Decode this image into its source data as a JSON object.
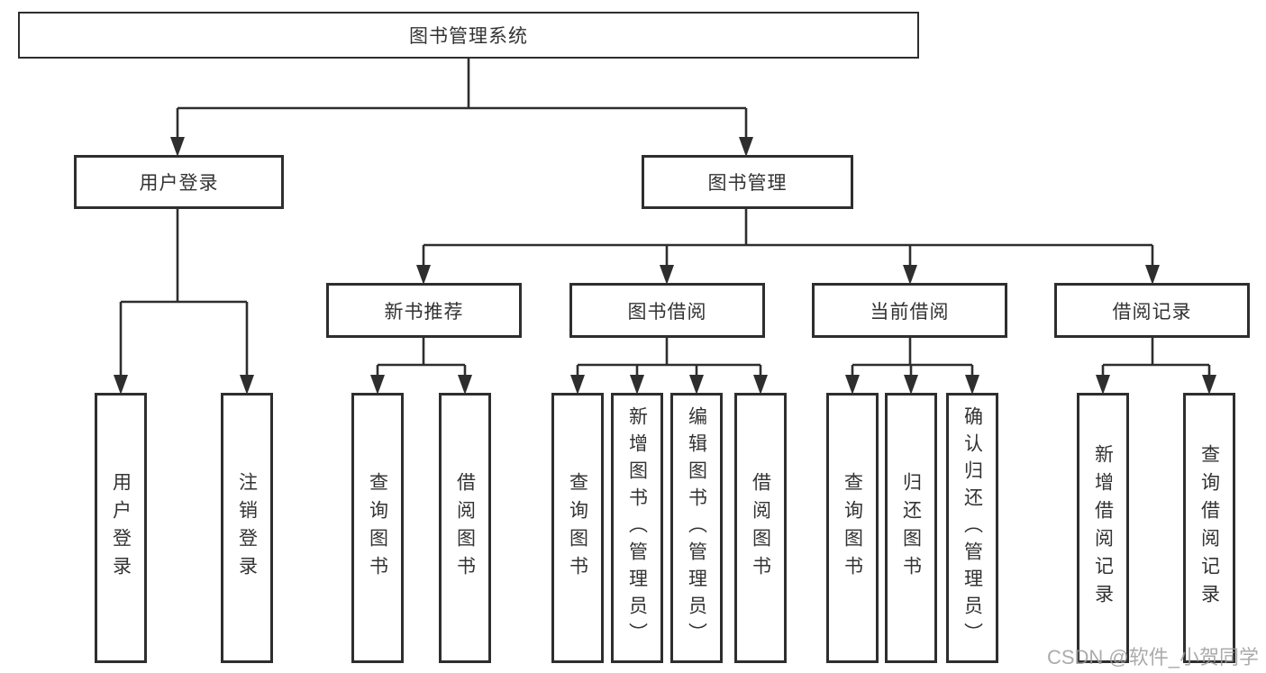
{
  "diagram": {
    "title": "图书管理系统",
    "branches": [
      {
        "label": "用户登录",
        "children": [
          {
            "label": "用户登录"
          },
          {
            "label": "注销登录"
          }
        ]
      },
      {
        "label": "图书管理",
        "children": [
          {
            "label": "新书推荐",
            "children": [
              {
                "label": "查询图书"
              },
              {
                "label": "借阅图书"
              }
            ]
          },
          {
            "label": "图书借阅",
            "children": [
              {
                "label": "查询图书"
              },
              {
                "label": "新增图书（管理员）"
              },
              {
                "label": "编辑图书（管理员）"
              },
              {
                "label": "借阅图书"
              }
            ]
          },
          {
            "label": "当前借阅",
            "children": [
              {
                "label": "查询图书"
              },
              {
                "label": "归还图书"
              },
              {
                "label": "确认归还（管理员）"
              }
            ]
          },
          {
            "label": "借阅记录",
            "children": [
              {
                "label": "新增借阅记录"
              },
              {
                "label": "查询借阅记录"
              }
            ]
          }
        ]
      }
    ]
  },
  "watermark": "CSDN @软件_小贺同学",
  "colors": {
    "line": "#2e2e2e",
    "text": "#333333",
    "watermark": "#9d9d9d",
    "background": "#ffffff"
  }
}
